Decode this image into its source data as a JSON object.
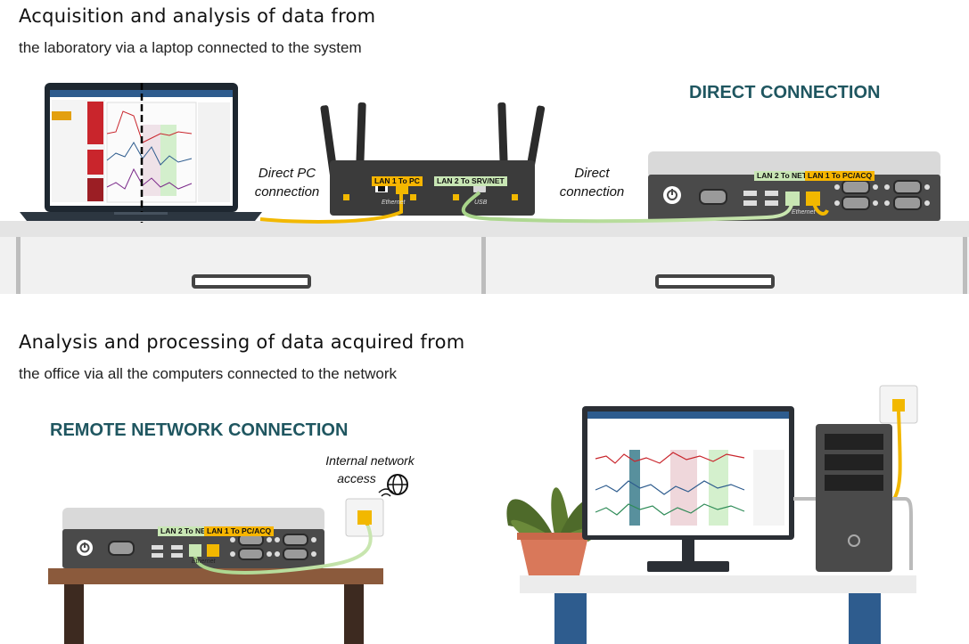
{
  "section1": {
    "title": "Acquisition and analysis of data from",
    "subtitle": "the laboratory via a laptop connected to the system",
    "connection_title": "DIRECT CONNECTION",
    "note_pc": [
      "Direct PC",
      "connection"
    ],
    "note_direct": [
      "Direct",
      "connection"
    ],
    "router": {
      "lan1": "LAN 1 To PC",
      "lan2": "LAN 2 To SRV/NET",
      "ethernet": "Ethernet",
      "usb": "USB"
    },
    "device": {
      "lan2": "LAN 2 To NET",
      "lan1": "LAN 1 To PC/ACQ",
      "ethernet": "Ethernet"
    }
  },
  "section2": {
    "title": "Analysis and processing of data acquired from",
    "subtitle": "the office via all the computers connected to the network",
    "connection_title": "REMOTE NETWORK CONNECTION",
    "note_network": [
      "Internal network",
      "access"
    ],
    "device": {
      "lan2": "LAN 2 To NET",
      "lan1": "LAN 1 To PC/ACQ",
      "ethernet": "Ethernet"
    }
  },
  "colors": {
    "teal": "#1f5660",
    "cable_yellow": "#f2b800",
    "cable_green": "#a8d48a",
    "device_gray": "#4a4a4a",
    "table_brown": "#8b5a3c",
    "desk_blue": "#2e5c8e"
  },
  "icons": [
    "power-icon",
    "usb-icon",
    "ethernet-port-icon",
    "db9-port-icon",
    "antenna-icon",
    "globe-network-icon",
    "plant-icon"
  ]
}
